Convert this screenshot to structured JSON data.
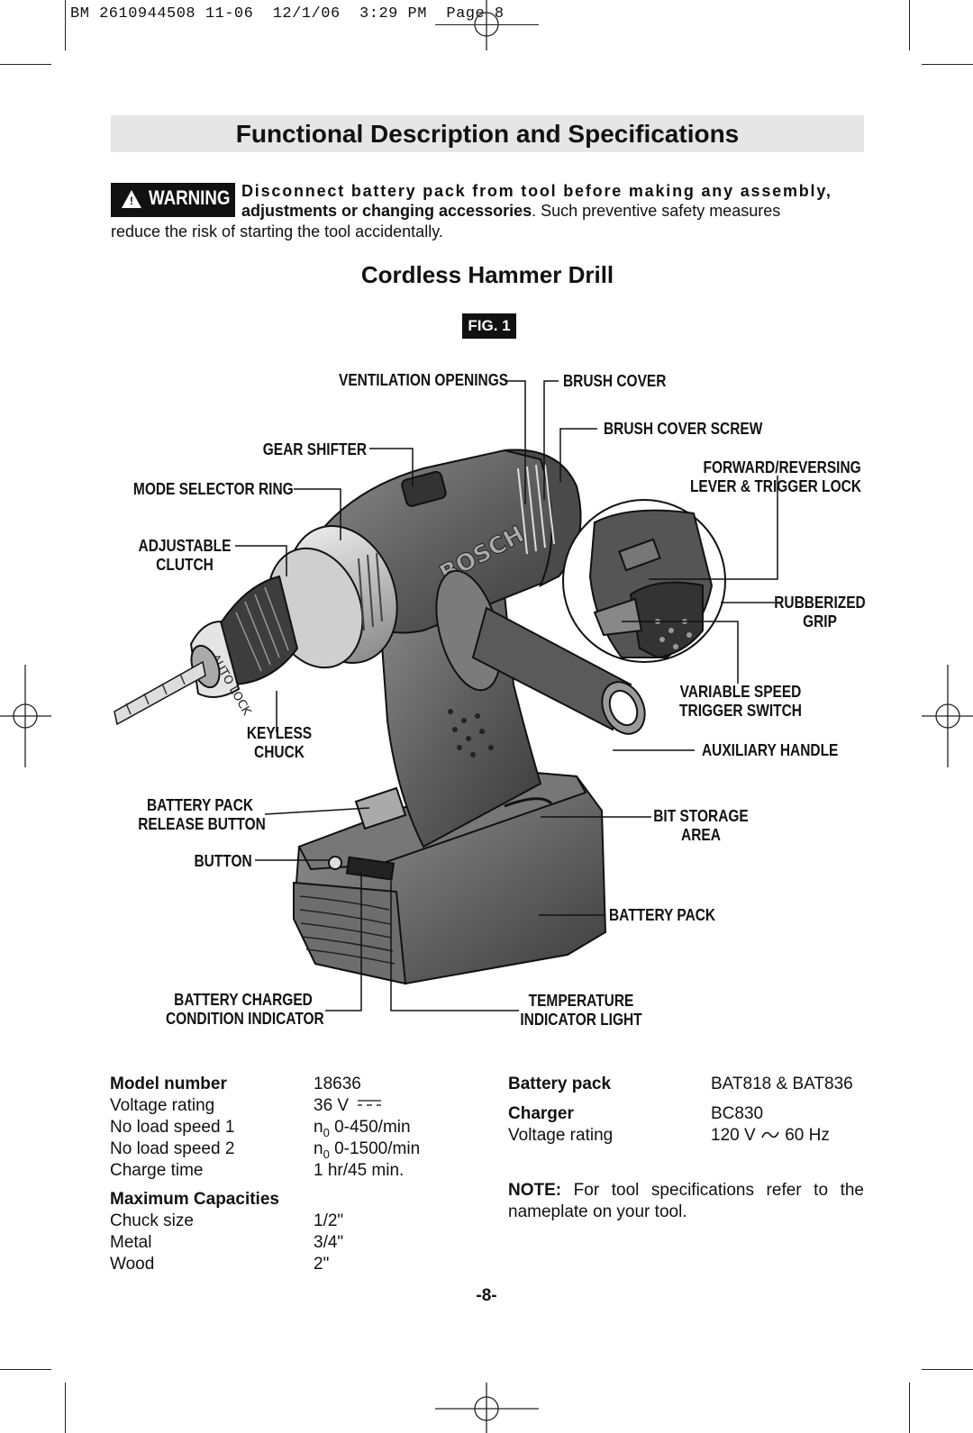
{
  "slug": "BM 2610944508 11-06  12/1/06  3:29 PM  Page 8",
  "header": {
    "title": "Functional Description and Specifications"
  },
  "warning": {
    "badge": "WARNING",
    "line1": "Disconnect battery pack from tool before making any assembly,",
    "line2_bold": "adjustments or changing accessories",
    "line2_rest": ". Such preventive safety measures",
    "line3": "reduce the risk of starting the tool accidentally."
  },
  "figure": {
    "heading": "Cordless Hammer Drill",
    "fig_label": "FIG. 1",
    "callouts": {
      "ventilation_openings": "VENTILATION OPENINGS",
      "brush_cover": "BRUSH COVER",
      "brush_cover_screw": "BRUSH COVER SCREW",
      "gear_shifter": "GEAR SHIFTER",
      "forward_reversing_1": "FORWARD/REVERSING",
      "forward_reversing_2": "LEVER & TRIGGER LOCK",
      "mode_selector_ring": "MODE SELECTOR RING",
      "adjustable_1": "ADJUSTABLE",
      "adjustable_2": "CLUTCH",
      "rubberized_1": "RUBBERIZED",
      "rubberized_2": "GRIP",
      "variable_speed_1": "VARIABLE SPEED",
      "variable_speed_2": "TRIGGER SWITCH",
      "keyless_1": "KEYLESS",
      "keyless_2": "CHUCK",
      "auxiliary_handle": "AUXILIARY HANDLE",
      "battery_release_1": "BATTERY PACK",
      "battery_release_2": "RELEASE BUTTON",
      "bit_storage_1": "BIT STORAGE",
      "bit_storage_2": "AREA",
      "button": "BUTTON",
      "battery_pack": "BATTERY PACK",
      "battery_charged_1": "BATTERY CHARGED",
      "battery_charged_2": "CONDITION INDICATOR",
      "temperature_1": "TEMPERATURE",
      "temperature_2": "INDICATOR LIGHT"
    },
    "tool_markings": {
      "brand": "BOSCH",
      "chuck_text": "AUTO LOCK"
    }
  },
  "specs_left": {
    "model_label": "Model number",
    "model_value": "18636",
    "voltage_label": "Voltage rating",
    "voltage_value": "36 V",
    "speed1_label": "No load speed 1",
    "speed1_n": "n",
    "speed1_sub": "0",
    "speed1_value": " 0-450/min",
    "speed2_label": "No load speed 2",
    "speed2_n": "n",
    "speed2_sub": "0",
    "speed2_value": " 0-1500/min",
    "charge_label": "Charge time",
    "charge_value": "1 hr/45 min.",
    "capacities_heading": "Maximum Capacities",
    "chuck_label": "Chuck size",
    "chuck_value": "1/2\"",
    "metal_label": "Metal",
    "metal_value": "3/4\"",
    "wood_label": "Wood",
    "wood_value": "2\""
  },
  "specs_right": {
    "battery_label": "Battery pack",
    "battery_value": "BAT818 & BAT836",
    "charger_label": "Charger",
    "charger_value": "BC830",
    "voltage_label": "Voltage rating",
    "voltage_v": "120 V",
    "voltage_hz": "60 Hz",
    "note_bold": "NOTE:",
    "note_text": " For tool specifications refer to the nameplate on your tool."
  },
  "footer": {
    "page": "-8-"
  }
}
